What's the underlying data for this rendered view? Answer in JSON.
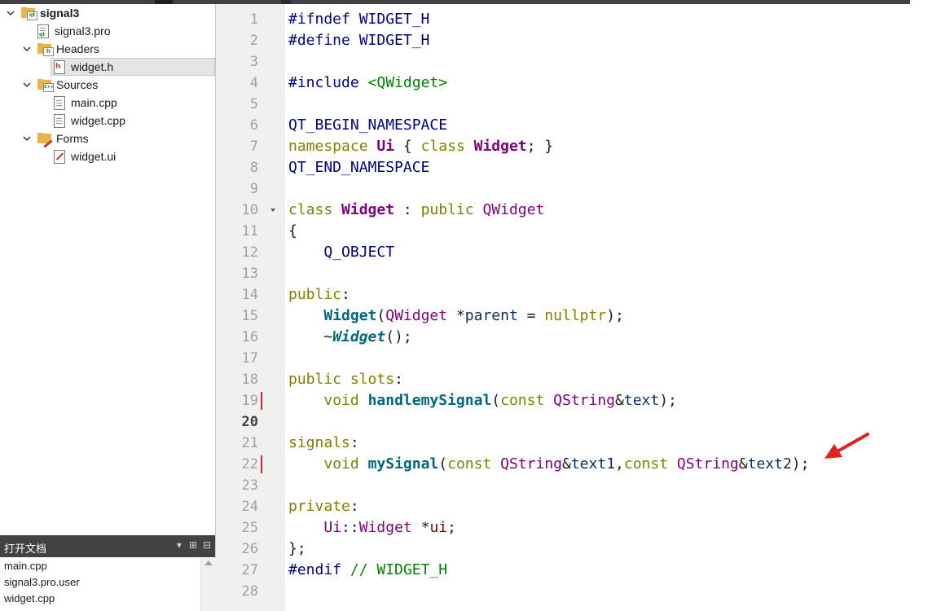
{
  "project_tree": {
    "items": [
      {
        "label": "signal3",
        "level": 0,
        "kind": "project",
        "expanded": true
      },
      {
        "label": "signal3.pro",
        "level": 1,
        "kind": "pro-file"
      },
      {
        "label": "Headers",
        "level": 1,
        "kind": "folder",
        "badge": "h",
        "expanded": true
      },
      {
        "label": "widget.h",
        "level": 2,
        "kind": "header-file",
        "selected": true
      },
      {
        "label": "Sources",
        "level": 1,
        "kind": "folder",
        "badge": "C++",
        "expanded": true
      },
      {
        "label": "main.cpp",
        "level": 2,
        "kind": "source-file"
      },
      {
        "label": "widget.cpp",
        "level": 2,
        "kind": "source-file"
      },
      {
        "label": "Forms",
        "level": 1,
        "kind": "folder",
        "badge": "ui",
        "expanded": true
      },
      {
        "label": "widget.ui",
        "level": 2,
        "kind": "form-file"
      }
    ]
  },
  "open_documents": {
    "title": "打开文档",
    "controls": [
      "▾",
      "⊞",
      "⊟"
    ],
    "items": [
      "main.cpp",
      "signal3.pro.user",
      "widget.cpp"
    ]
  },
  "editor": {
    "current_line": 20,
    "lines": [
      {
        "n": "1",
        "text": "#ifndef WIDGET_H"
      },
      {
        "n": "2",
        "text": "#define WIDGET_H"
      },
      {
        "n": "3",
        "text": ""
      },
      {
        "n": "4",
        "text": "#include <QWidget>"
      },
      {
        "n": "5",
        "text": ""
      },
      {
        "n": "6",
        "text": "QT_BEGIN_NAMESPACE"
      },
      {
        "n": "7",
        "text": "namespace Ui { class Widget; }"
      },
      {
        "n": "8",
        "text": "QT_END_NAMESPACE"
      },
      {
        "n": "9",
        "text": ""
      },
      {
        "n": "10",
        "text": "class Widget : public QWidget"
      },
      {
        "n": "11",
        "text": "{"
      },
      {
        "n": "12",
        "text": "    Q_OBJECT"
      },
      {
        "n": "13",
        "text": ""
      },
      {
        "n": "14",
        "text": "public:"
      },
      {
        "n": "15",
        "text": "    Widget(QWidget *parent = nullptr);"
      },
      {
        "n": "16",
        "text": "    ~Widget();"
      },
      {
        "n": "17",
        "text": ""
      },
      {
        "n": "18",
        "text": "public slots:"
      },
      {
        "n": "19",
        "text": "    void handlemySignal(const QString&text);"
      },
      {
        "n": "20",
        "text": ""
      },
      {
        "n": "21",
        "text": "signals:"
      },
      {
        "n": "22",
        "text": "    void mySignal(const QString&text1,const QString&text2);"
      },
      {
        "n": "23",
        "text": ""
      },
      {
        "n": "24",
        "text": "private:"
      },
      {
        "n": "25",
        "text": "    Ui::Widget *ui;"
      },
      {
        "n": "26",
        "text": "};"
      },
      {
        "n": "27",
        "text": "#endif // WIDGET_H"
      },
      {
        "n": "28",
        "text": ""
      }
    ],
    "changed_lines": [
      19,
      22
    ],
    "fold_marker_line": 10
  },
  "annotation": {
    "arrow_color": "#e32020"
  },
  "colors": {
    "keyword": "#808000",
    "preprocessor": "#000080",
    "include": "#008000",
    "class": "#800080",
    "function": "#00677c",
    "member": "#800000",
    "comment": "#008000",
    "gutter_bg": "#f0f0f0",
    "panel_header_bg": "#404244"
  }
}
